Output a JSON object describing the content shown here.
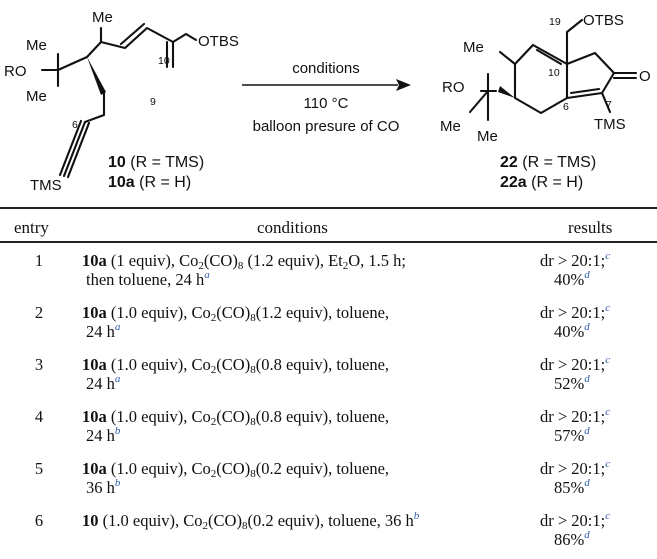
{
  "scheme": {
    "reactant": {
      "groups": {
        "me_top": "Me",
        "me_left": "Me",
        "ro": "RO",
        "me_low": "Me",
        "otbs": "OTBS",
        "tms": "TMS"
      },
      "locants": {
        "c10": "10",
        "c9": "9",
        "c6": "6"
      },
      "caption1": {
        "id": "10",
        "rest": " (R = TMS)"
      },
      "caption2": {
        "id": "10a",
        "rest": " (R = H)"
      }
    },
    "arrow": {
      "above": "conditions",
      "below1": "110 °C",
      "below2": "balloon presure of CO"
    },
    "product": {
      "groups": {
        "otbs": "OTBS",
        "me": "Me",
        "ro": "RO",
        "me_low1": "Me",
        "me_low2": "Me",
        "oxo": "O",
        "tms": "TMS"
      },
      "locants": {
        "c19": "19",
        "c10": "10",
        "c6": "6",
        "c7": "7"
      },
      "caption1": {
        "id": "22",
        "rest": " (R = TMS)"
      },
      "caption2": {
        "id": "22a",
        "rest": " (R = H)"
      }
    }
  },
  "table": {
    "headers": {
      "entry": "entry",
      "conditions": "conditions",
      "results": "results"
    },
    "rows": [
      {
        "entry": "1",
        "sm": "10a",
        "t1": " (1 equiv), Co",
        "co_sub": "2",
        "t2": "(CO)",
        "co_sub2": "8",
        "t3": " (1.2 equiv), Et",
        "et_sub": "2",
        "t4": "O, 1.5 h;",
        "line2": "then toluene, 24 h",
        "fn": "a",
        "res1": "dr > 20:1;",
        "fn_res1": "c",
        "res2": "40%",
        "fn_res2": "d"
      },
      {
        "entry": "2",
        "sm": "10a",
        "t1": " (1.0 equiv), Co",
        "co_sub": "2",
        "t2": "(CO)",
        "co_sub2": "8",
        "t3": "(1.2 equiv), toluene,",
        "line2": "24 h",
        "fn": "a",
        "res1": "dr > 20:1;",
        "fn_res1": "c",
        "res2": "40%",
        "fn_res2": "d"
      },
      {
        "entry": "3",
        "sm": "10a",
        "t1": " (1.0 equiv), Co",
        "co_sub": "2",
        "t2": "(CO)",
        "co_sub2": "8",
        "t3": "(0.8 equiv), toluene,",
        "line2": "24 h",
        "fn": "a",
        "res1": "dr > 20:1;",
        "fn_res1": "c",
        "res2": "52%",
        "fn_res2": "d"
      },
      {
        "entry": "4",
        "sm": "10a",
        "t1": " (1.0 equiv), Co",
        "co_sub": "2",
        "t2": "(CO)",
        "co_sub2": "8",
        "t3": "(0.8 equiv), toluene,",
        "line2": "24 h",
        "fn": "b",
        "res1": "dr > 20:1;",
        "fn_res1": "c",
        "res2": "57%",
        "fn_res2": "d"
      },
      {
        "entry": "5",
        "sm": "10a",
        "t1": " (1.0 equiv), Co",
        "co_sub": "2",
        "t2": "(CO)",
        "co_sub2": "8",
        "t3": "(0.2 equiv), toluene,",
        "line2": "36 h",
        "fn": "b",
        "res1": "dr > 20:1;",
        "fn_res1": "c",
        "res2": "85%",
        "fn_res2": "d"
      },
      {
        "entry": "6",
        "sm": "10",
        "t1": " (1.0 equiv), Co",
        "co_sub": "2",
        "t2": "(CO)",
        "co_sub2": "8",
        "t3": "(0.2 equiv), toluene, 36 h",
        "fn": "b",
        "res1": "dr > 20:1;",
        "fn_res1": "c",
        "res2": "86%",
        "fn_res2": "d"
      }
    ]
  }
}
